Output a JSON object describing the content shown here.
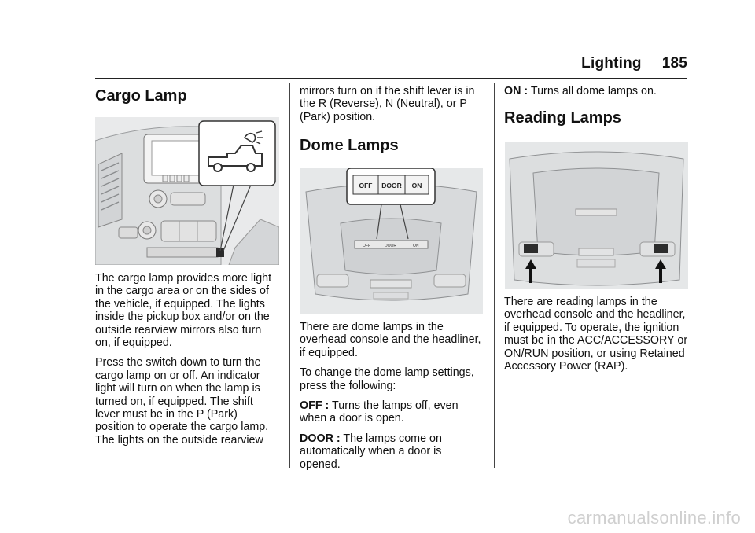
{
  "header": {
    "section": "Lighting",
    "page": "185"
  },
  "col1": {
    "heading": "Cargo Lamp",
    "paragraphs": [
      "The cargo lamp provides more light in the cargo area or on the sides of the vehicle, if equipped. The lights inside the pickup box and/or on the outside rearview mirrors also turn on, if equipped.",
      "Press the switch down to turn the cargo lamp on or off. An indicator light will turn on when the lamp is turned on, if equipped. The shift lever must be in the P (Park) position to operate the cargo lamp. The lights on the outside rearview"
    ]
  },
  "col2": {
    "continuation": "mirrors turn on if the shift lever is in the R (Reverse), N (Neutral), or P (Park) position.",
    "heading": "Dome Lamps",
    "switch_labels": [
      "OFF",
      "DOOR",
      "ON"
    ],
    "small_switch_labels": [
      "OFF",
      "DOOR",
      "ON"
    ],
    "paragraphs": [
      "There are dome lamps in the overhead console and the headliner, if equipped.",
      "To change the dome lamp settings, press the following:"
    ],
    "items": [
      {
        "label": "OFF :",
        "text": " Turns the lamps off, even when a door is open."
      },
      {
        "label": "DOOR :",
        "text": " The lamps come on automatically when a door is opened."
      }
    ]
  },
  "col3": {
    "item": {
      "label": "ON :",
      "text": " Turns all dome lamps on."
    },
    "heading": "Reading Lamps",
    "paragraph": "There are reading lamps in the overhead console and the headliner, if equipped. To operate, the ignition must be in the ACC/ACCESSORY or ON/RUN position, or using Retained Accessory Power (RAP)."
  },
  "watermark": "carmanualsonline.info"
}
